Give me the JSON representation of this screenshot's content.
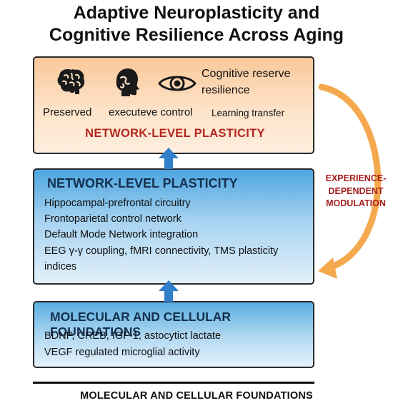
{
  "title": {
    "line1": "Adaptive Neuroplasticity and",
    "line2": "Cognitive Resilience Across Aging"
  },
  "top_box": {
    "icons": [
      "brain-icon",
      "head-profile-icon",
      "eye-icon"
    ],
    "label_cognitive_reserve": "Cognitive reserve",
    "label_resilience": "resilience",
    "label_preserved": "Preserved",
    "label_executive": "executeve control",
    "label_learning": "Learning transfer",
    "heading": "NETWORK-LEVEL PLASTICITY",
    "fill_color": "#fde3c9"
  },
  "mid_box": {
    "heading": "NETWORK-LEVEL PLASTICITY",
    "items": [
      "Hippocampal-prefrontal circuitry",
      "Frontoparietal control network",
      "Default Mode Network integration",
      "EEG γ-γ coupling, fMRI connectivity, TMS plasticity",
      "indices"
    ],
    "fill_color": "#4da6e1"
  },
  "bottom_box": {
    "heading": "MOLECULAR AND CELLULAR FOUNDATIONS",
    "items": [
      "BDNP, CREB, IGF-1, astocytict lactate",
      "VEGF  regulated microglial activity"
    ],
    "fill_color": "#5aaee3"
  },
  "side_label": {
    "line1": "EXPERIENCE-",
    "line2": "DEPENDENT",
    "line3": "MODULATION",
    "color": "#a51e1e",
    "arrow_color": "#f5a94e"
  },
  "footer": {
    "text": "MOLECULAR AND CELLULAR FOUNDATIONS"
  },
  "connector_arrow_color": "#2f7fc9"
}
